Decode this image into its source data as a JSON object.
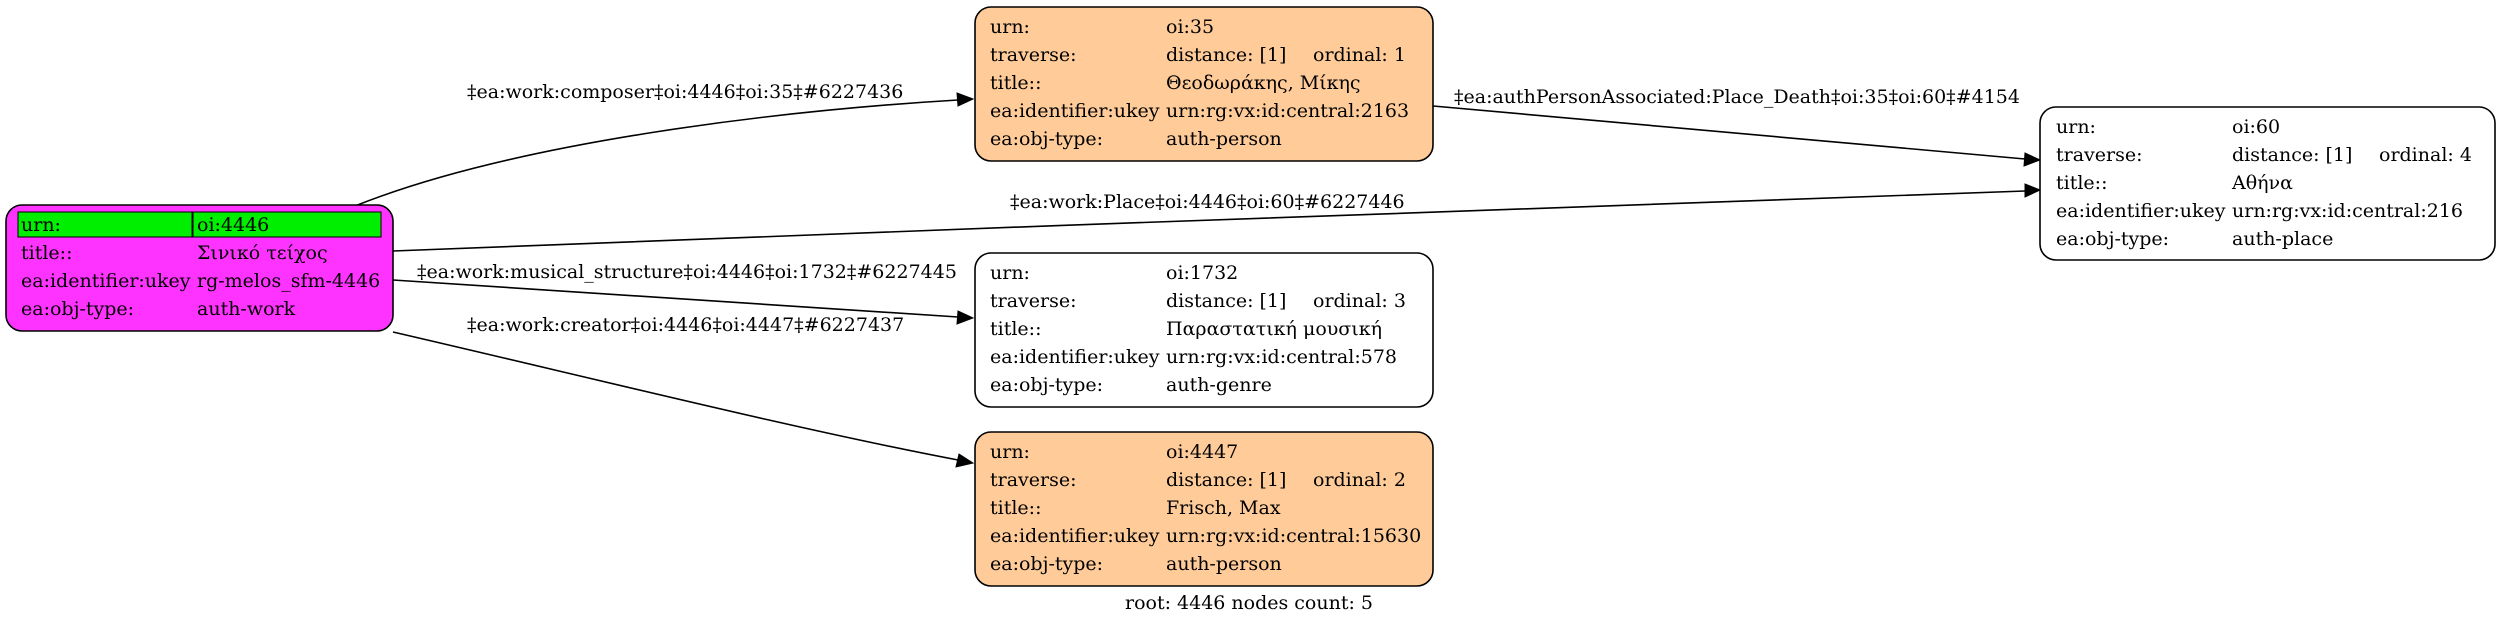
{
  "colors": {
    "root_fill": "#ff33ff",
    "root_highlight": "#00ee00",
    "person_fill": "#ffcc99",
    "plain_fill": "#ffffff",
    "line": "#000000"
  },
  "nodes": {
    "root": {
      "urn_key": "urn:",
      "urn_val": "oi:4446",
      "title_key": "title::",
      "title_val": "Σινικό τείχος",
      "ukey_key": "ea:identifier:ukey",
      "ukey_val": "rg-melos_sfm-4446",
      "type_key": "ea:obj-type:",
      "type_val": "auth-work"
    },
    "n35": {
      "urn_key": "urn:",
      "urn_val": "oi:35",
      "traverse_key": "traverse:",
      "distance": "distance: [1]",
      "ordinal": "ordinal: 1",
      "title_key": "title::",
      "title_val": "Θεοδωράκης, Μίκης",
      "ukey_key": "ea:identifier:ukey",
      "ukey_val": "urn:rg:vx:id:central:2163",
      "type_key": "ea:obj-type:",
      "type_val": "auth-person"
    },
    "n60": {
      "urn_key": "urn:",
      "urn_val": "oi:60",
      "traverse_key": "traverse:",
      "distance": "distance: [1]",
      "ordinal": "ordinal: 4",
      "title_key": "title::",
      "title_val": "Αθήνα",
      "ukey_key": "ea:identifier:ukey",
      "ukey_val": "urn:rg:vx:id:central:216",
      "type_key": "ea:obj-type:",
      "type_val": "auth-place"
    },
    "n1732": {
      "urn_key": "urn:",
      "urn_val": "oi:1732",
      "traverse_key": "traverse:",
      "distance": "distance: [1]",
      "ordinal": "ordinal: 3",
      "title_key": "title::",
      "title_val": "Παραστατική μουσική",
      "ukey_key": "ea:identifier:ukey",
      "ukey_val": "urn:rg:vx:id:central:578",
      "type_key": "ea:obj-type:",
      "type_val": "auth-genre"
    },
    "n4447": {
      "urn_key": "urn:",
      "urn_val": "oi:4447",
      "traverse_key": "traverse:",
      "distance": "distance: [1]",
      "ordinal": "ordinal: 2",
      "title_key": "title::",
      "title_val": "Frisch, Max",
      "ukey_key": "ea:identifier:ukey",
      "ukey_val": "urn:rg:vx:id:central:15630",
      "type_key": "ea:obj-type:",
      "type_val": "auth-person"
    }
  },
  "edges": {
    "composer": "‡ea:work:composer‡oi:4446‡oi:35‡#6227436",
    "place_death": "‡ea:authPersonAssociated:Place_Death‡oi:35‡oi:60‡#4154",
    "place": "‡ea:work:Place‡oi:4446‡oi:60‡#6227446",
    "musical_structure": "‡ea:work:musical_structure‡oi:4446‡oi:1732‡#6227445",
    "creator": "‡ea:work:creator‡oi:4446‡oi:4447‡#6227437"
  },
  "footer": "root: 4446 nodes count: 5"
}
